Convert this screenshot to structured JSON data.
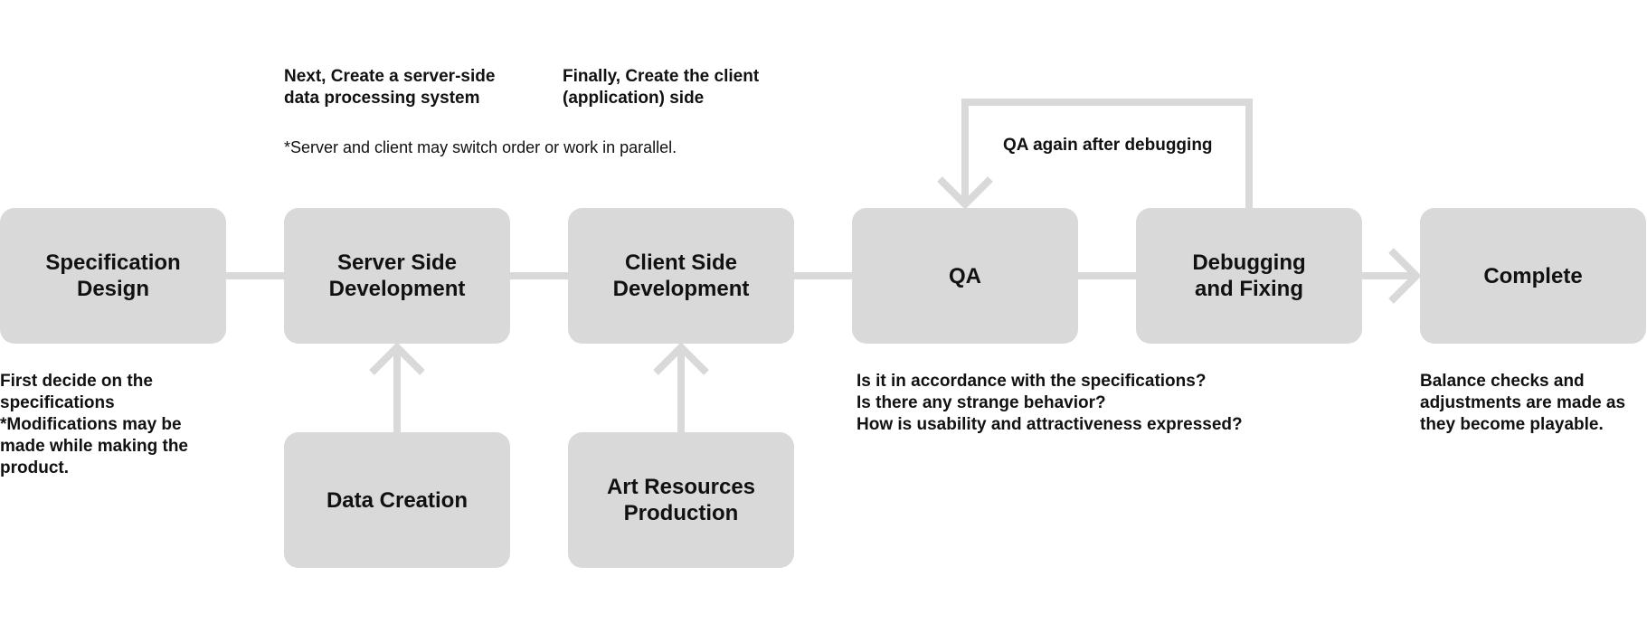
{
  "colors": {
    "box_fill": "#d9d9d9",
    "connector": "#d9d9d9",
    "text": "#111111"
  },
  "boxes": {
    "spec": {
      "lines": [
        "Specification",
        "Design"
      ]
    },
    "server": {
      "lines": [
        "Server Side",
        "Development"
      ]
    },
    "client": {
      "lines": [
        "Client Side",
        "Development"
      ]
    },
    "qa": {
      "lines": [
        "QA"
      ]
    },
    "debug": {
      "lines": [
        "Debugging",
        "and Fixing"
      ]
    },
    "complete": {
      "lines": [
        "Complete"
      ]
    },
    "data": {
      "lines": [
        "Data Creation"
      ]
    },
    "art": {
      "lines": [
        "Art Resources",
        "Production"
      ]
    }
  },
  "notes": {
    "server_note": [
      "Next, Create a server-side",
      "data processing system"
    ],
    "client_note": [
      "Finally, Create the client",
      "(application) side"
    ],
    "order_note": [
      "*Server and client may switch order or work in parallel."
    ],
    "loop_note": [
      "QA again after debugging"
    ],
    "spec_note": [
      "First decide on the",
      "specifications",
      "*Modifications may be",
      "made while making the",
      "product."
    ],
    "qa_note": [
      "Is it in accordance with the specifications?",
      "Is there any strange behavior?",
      "How is usability and attractiveness expressed?"
    ],
    "complete_note": [
      "Balance checks and",
      "adjustments are made as",
      "they become playable."
    ]
  }
}
